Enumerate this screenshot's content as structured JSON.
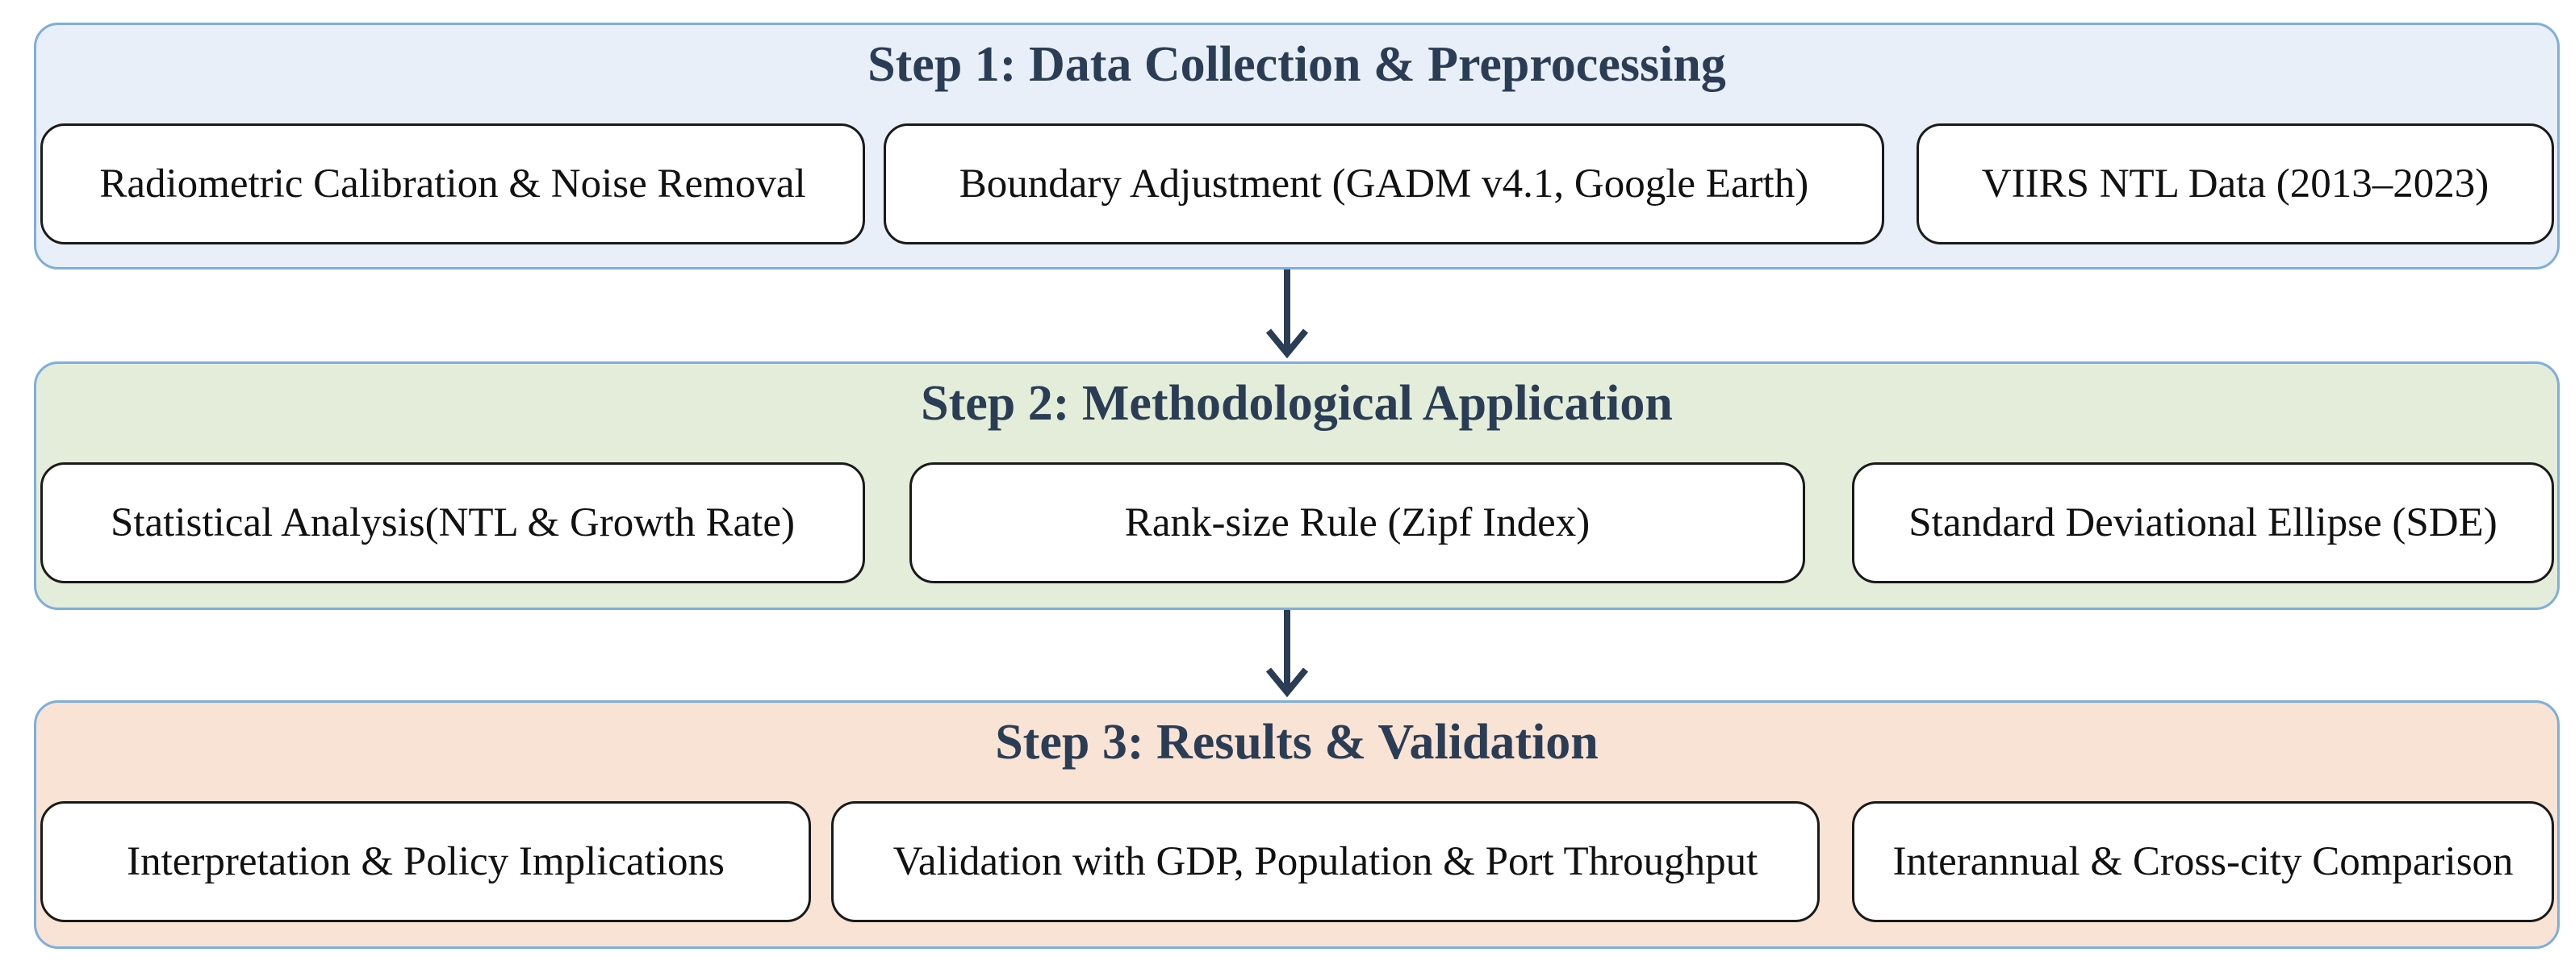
{
  "steps": [
    {
      "title": "Step 1: Data Collection & Preprocessing",
      "boxes": [
        "Radiometric Calibration & Noise Removal",
        "Boundary Adjustment (GADM v4.1, Google Earth)",
        "VIIRS NTL Data (2013–2023)"
      ]
    },
    {
      "title": "Step 2: Methodological Application",
      "boxes": [
        "Statistical Analysis(NTL & Growth Rate)",
        "Rank-size Rule (Zipf Index)",
        "Standard Deviational Ellipse (SDE)"
      ]
    },
    {
      "title": "Step 3: Results & Validation",
      "boxes": [
        "Interpretation & Policy Implications",
        "Validation with GDP, Population & Port Throughput",
        "Interannual & Cross-city Comparison"
      ]
    }
  ],
  "colors": {
    "step1_fill": "#e8eff9",
    "step2_fill": "#e3edd9",
    "step3_fill": "#f9e3d5",
    "step_border": "#7eaedc",
    "title_text": "#2b3d55",
    "arrow": "#2b3d55"
  }
}
